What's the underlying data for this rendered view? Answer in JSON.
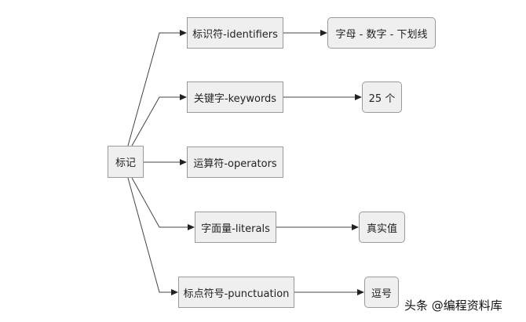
{
  "root": {
    "label": "标记"
  },
  "categories": [
    {
      "label": "标识符-identifiers",
      "detail": "字母 - 数字 - 下划线"
    },
    {
      "label": "关键字-keywords",
      "detail": "25 个"
    },
    {
      "label": "运算符-operators",
      "detail": null
    },
    {
      "label": "字面量-literals",
      "detail": "真实值"
    },
    {
      "label": "标点符号-punctuation",
      "detail": "逗号"
    }
  ],
  "watermark": "头条 @编程资料库",
  "colors": {
    "node_fill": "#efefef",
    "node_border": "#9a9a9a",
    "edge": "#333333",
    "text": "#222222"
  }
}
